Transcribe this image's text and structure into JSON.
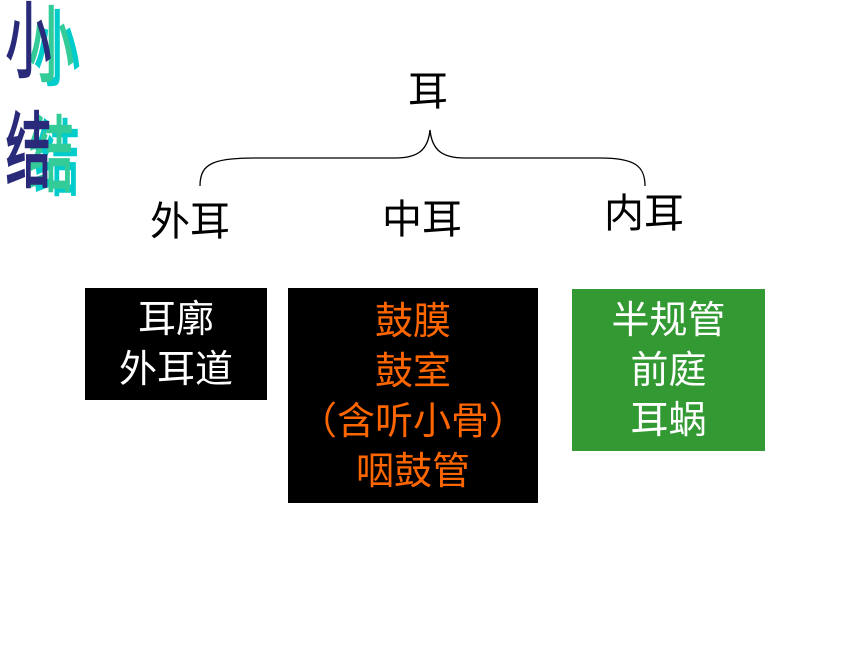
{
  "title": {
    "text": "小结"
  },
  "root": {
    "label": "耳"
  },
  "branches": [
    {
      "label": "外耳",
      "items": [
        "耳廓",
        "外耳道"
      ]
    },
    {
      "label": "中耳",
      "items": [
        "鼓膜",
        "鼓室",
        "（含听小骨）",
        "咽鼓管"
      ]
    },
    {
      "label": "内耳",
      "items": [
        "半规管",
        "前庭",
        "耳蜗"
      ]
    }
  ],
  "colors": {
    "box_outer": "#000000",
    "box_middle": "#000000",
    "box_inner": "#339933",
    "text_outer": "#ffffff",
    "text_middle": "#ff6600",
    "text_inner": "#ffffff",
    "title_shadow_1": "#00cccc",
    "title_shadow_2": "#33cc99",
    "title_main": "#2a2a7a"
  }
}
